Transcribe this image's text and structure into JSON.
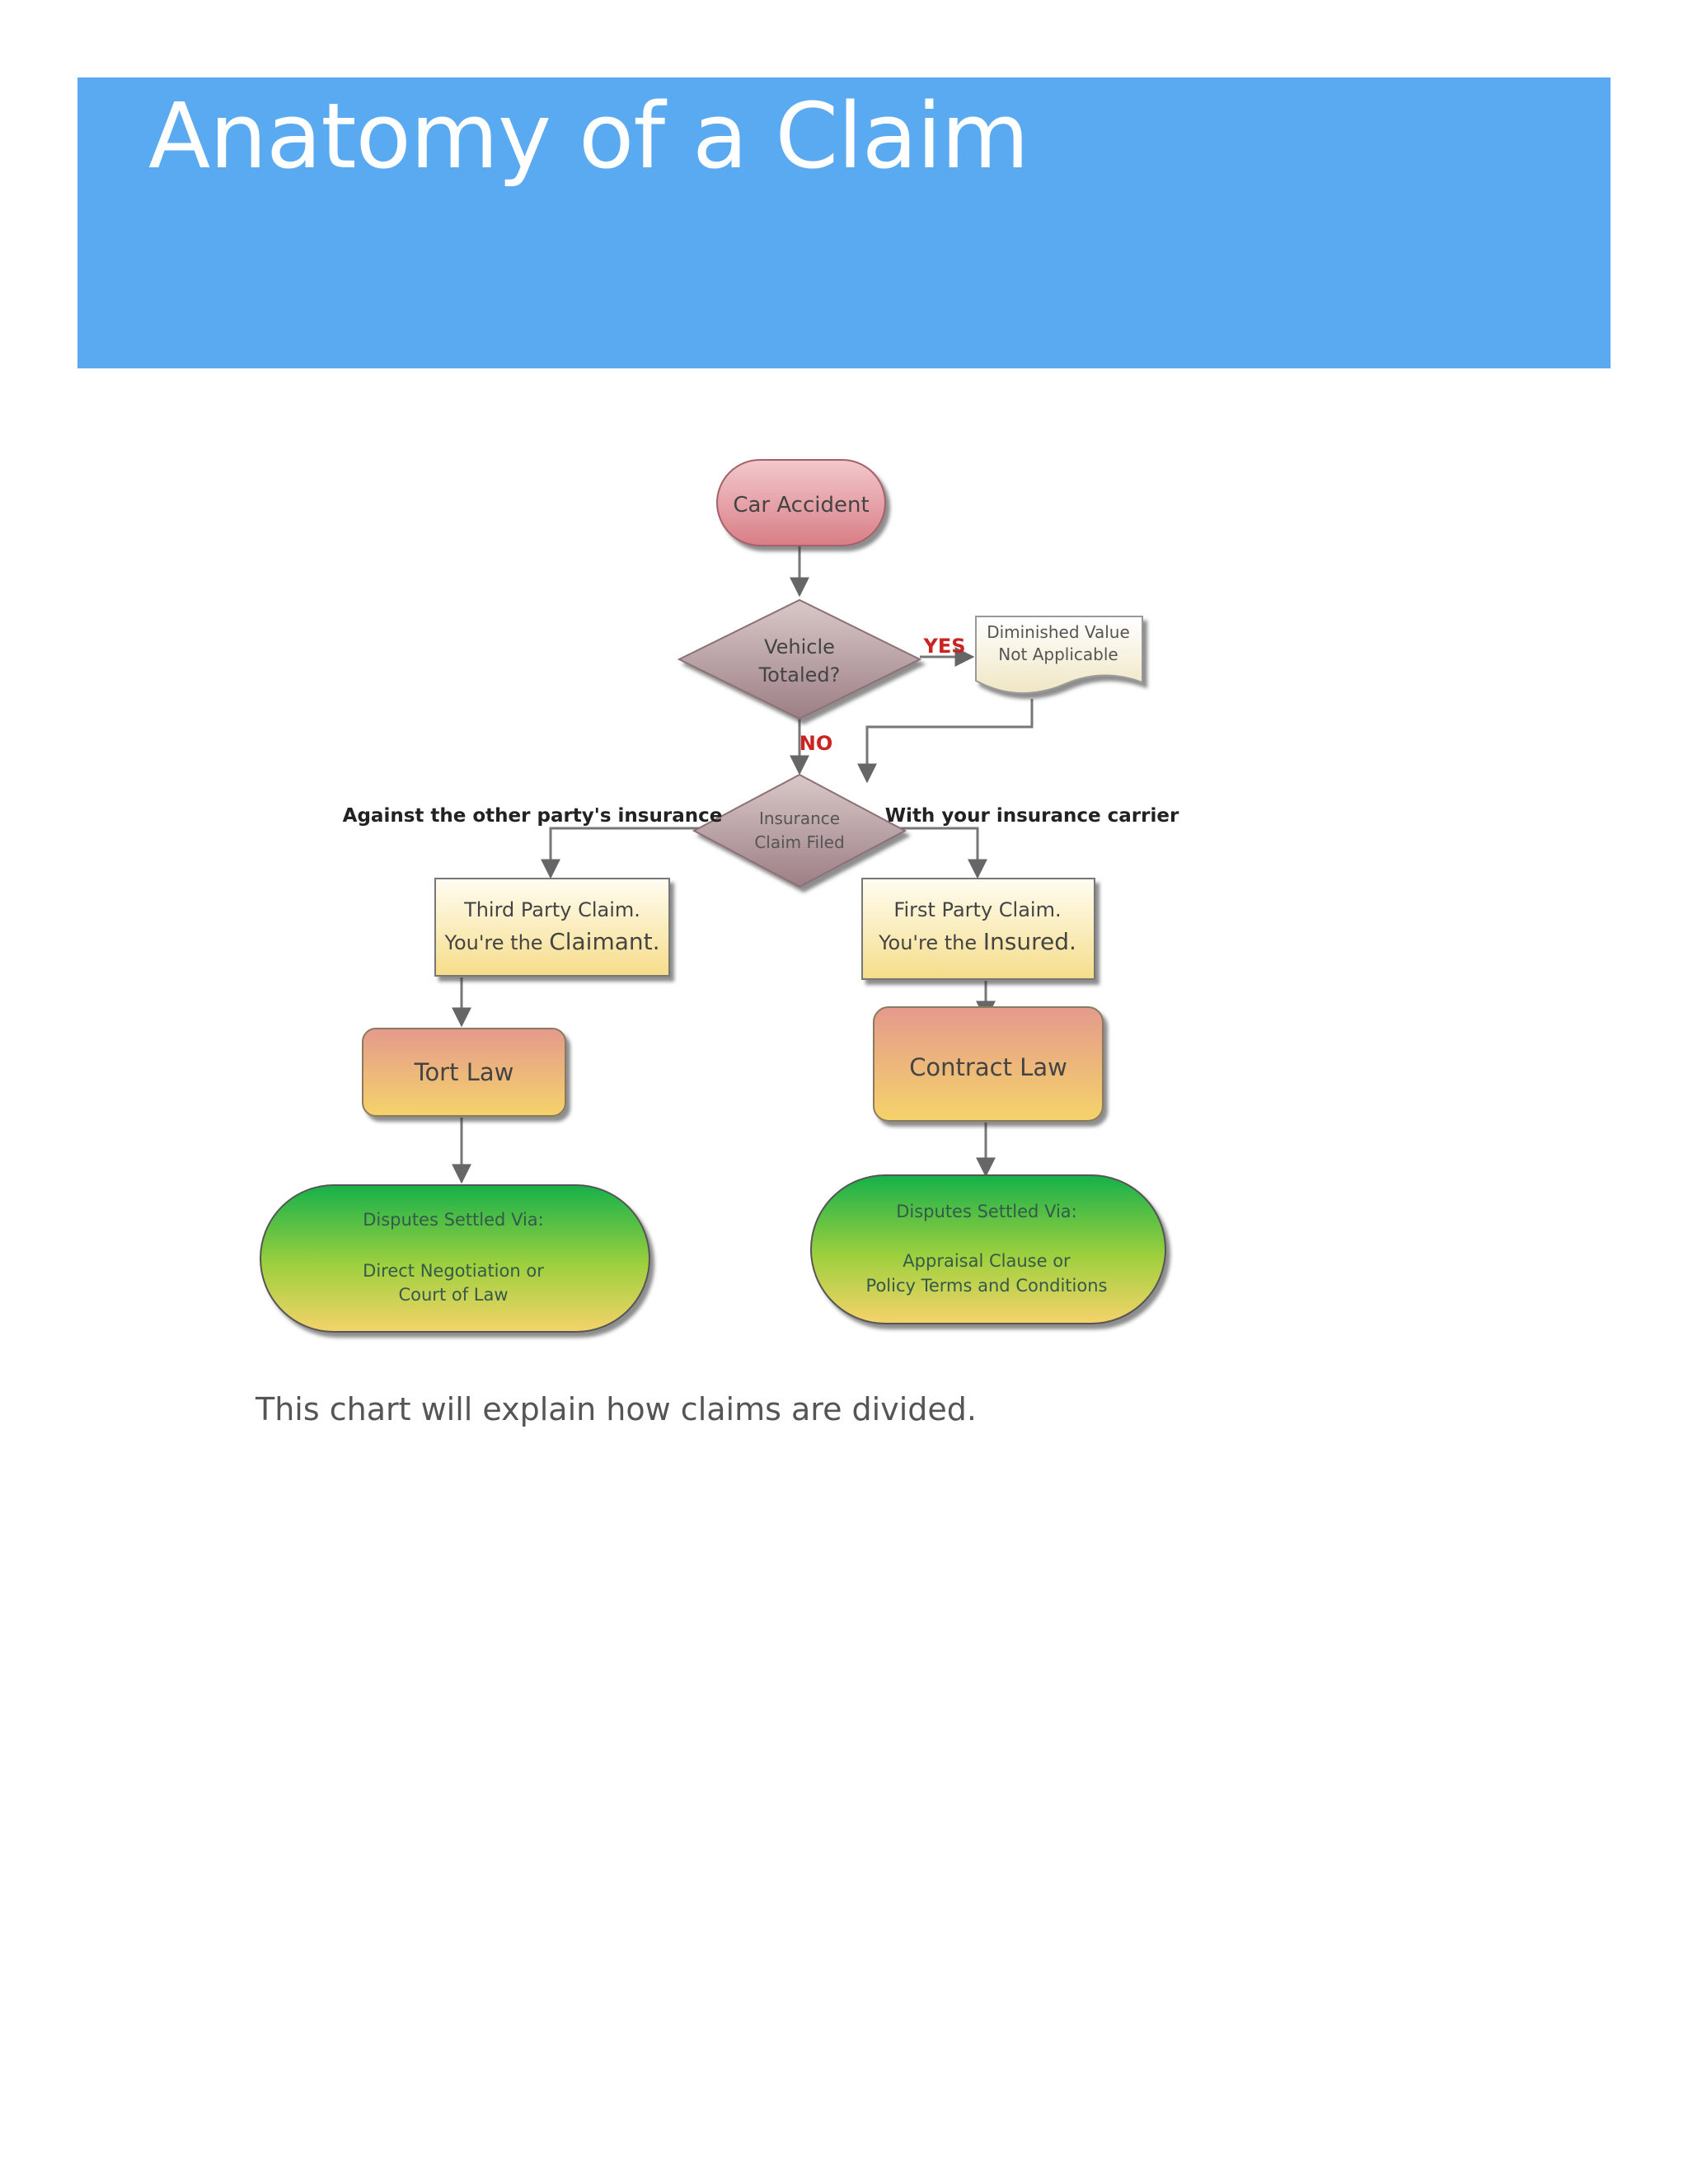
{
  "header": {
    "title": "Anatomy of a Claim"
  },
  "diagram": {
    "start": "Car Accident",
    "decision_totaled": [
      "Vehicle",
      "Totaled?"
    ],
    "yes_label": "YES",
    "no_label": "NO",
    "diminished": [
      "Diminished Value",
      "Not Applicable"
    ],
    "decision_claim": [
      "Insurance",
      "Claim Filed"
    ],
    "left_branch_label": "Against the other party's insurance",
    "right_branch_label": "With your insurance carrier",
    "third_party": {
      "line1": "Third Party Claim.",
      "line2_prefix": "You're the ",
      "line2_emph": "Claimant."
    },
    "first_party": {
      "line1": "First Party Claim.",
      "line2_prefix": "You're the ",
      "line2_emph": "Insured."
    },
    "tort_law": "Tort Law",
    "contract_law": "Contract Law",
    "left_disputes": [
      "Disputes Settled Via:",
      "Direct Negotiation or",
      "Court of Law"
    ],
    "right_disputes": [
      "Disputes Settled Via:",
      "Appraisal Clause or",
      "Policy Terms and Conditions"
    ]
  },
  "caption": "This chart will explain how claims are divided.",
  "colors": {
    "banner": "#5aaaf1",
    "yes_no": "#cc2222"
  }
}
